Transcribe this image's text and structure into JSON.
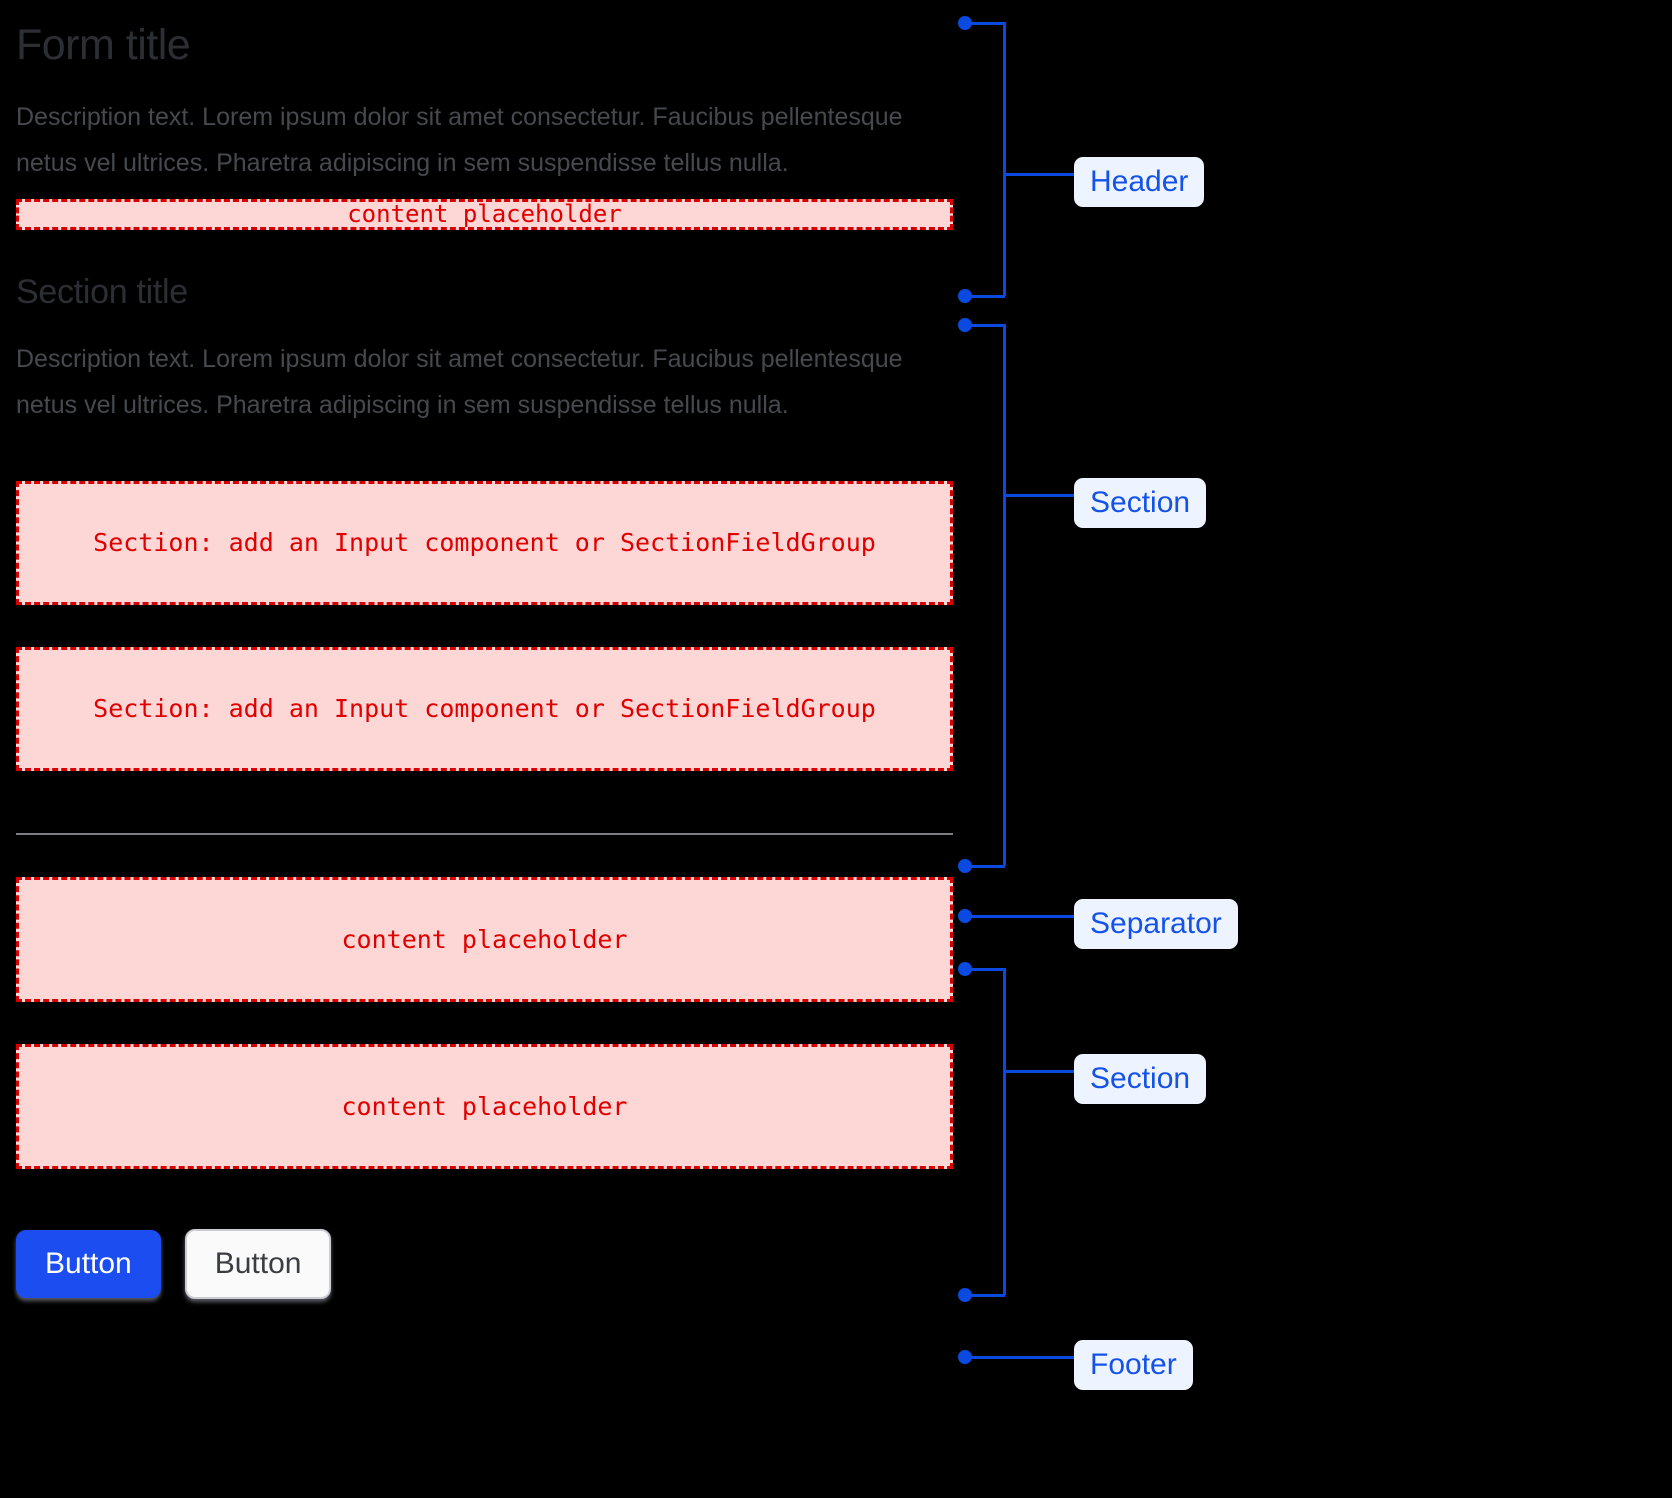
{
  "form": {
    "header": {
      "title": "Form title",
      "description": "Description text. Lorem ipsum dolor sit amet consectetur. Faucibus pellentesque netus vel ultrices. Pharetra adipiscing in sem suspendisse tellus nulla.",
      "placeholder": "content placeholder"
    },
    "section_one": {
      "title": "Section title",
      "description": "Description text. Lorem ipsum dolor sit amet consectetur. Faucibus pellentesque netus vel ultrices. Pharetra adipiscing in sem suspendisse tellus nulla.",
      "field_placeholder_1": "Section: add an Input component or SectionFieldGroup",
      "field_placeholder_2": "Section: add an Input component or SectionFieldGroup"
    },
    "section_two": {
      "placeholder_1": "content placeholder",
      "placeholder_2": "content placeholder"
    },
    "footer": {
      "primary_button": "Button",
      "secondary_button": "Button"
    }
  },
  "annotations": [
    {
      "label": "Header"
    },
    {
      "label": "Section"
    },
    {
      "label": "Separator"
    },
    {
      "label": "Section"
    },
    {
      "label": "Footer"
    }
  ],
  "colors": {
    "annotation_blue": "#0b4ae0",
    "annotation_pill_bg": "#eef4ff",
    "annotation_pill_text": "#1452e8",
    "placeholder_fill": "#fdd6d6",
    "placeholder_border": "#d70000",
    "placeholder_text": "#e00000",
    "primary_button_bg": "#1b4df0",
    "canvas_bg": "#000000",
    "separator": "#7c7f84"
  }
}
